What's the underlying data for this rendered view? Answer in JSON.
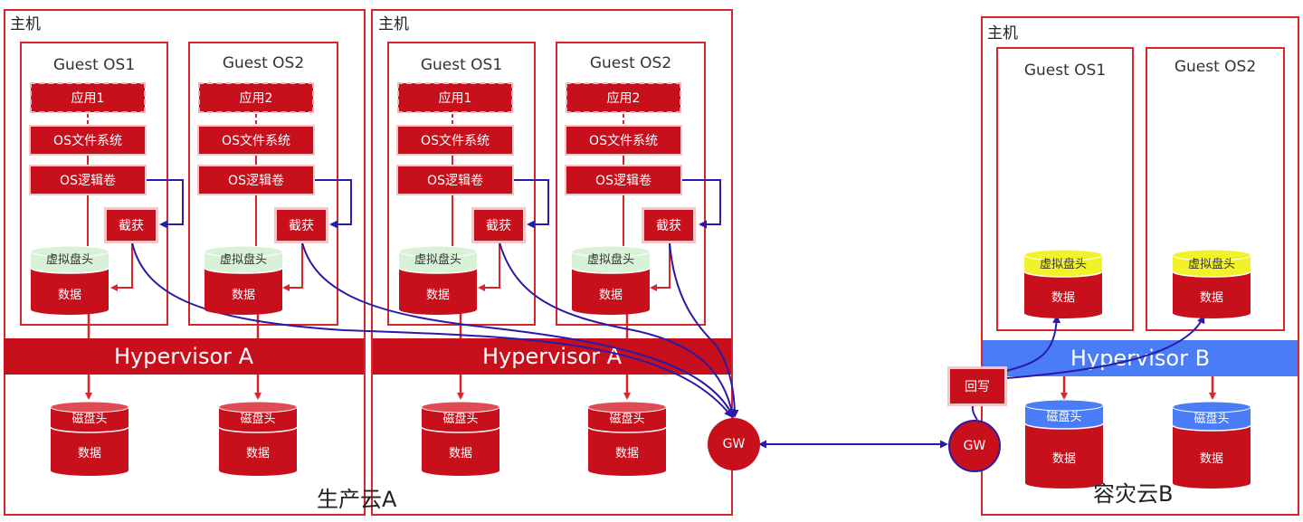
{
  "host_label": "主机",
  "guest_titles": [
    "Guest OS1",
    "Guest OS2",
    "Guest OS1",
    "Guest OS2",
    "Guest OS1",
    "Guest OS2"
  ],
  "app_labels": [
    "应用1",
    "应用2",
    "应用1",
    "应用2"
  ],
  "fs_label": "OS文件系统",
  "lv_label": "OS逻辑卷",
  "capture_label": "截获",
  "vdisk_head": "虚拟盘头",
  "data_label": "数据",
  "disk_head": "磁盘头",
  "hypervisor_a": "Hypervisor A",
  "hypervisor_b": "Hypervisor B",
  "cloud_a": "生产云A",
  "cloud_b": "容灾云B",
  "gw_label": "GW",
  "writeback_label": "回写",
  "colors": {
    "red": "#c8101d",
    "border_red": "#d9262c",
    "link_blue": "#2a1aa6",
    "vdisk_green": "#d7f2d7",
    "vdisk_yellow": "#f2f22a",
    "disk_blue": "#4a7cf6"
  }
}
